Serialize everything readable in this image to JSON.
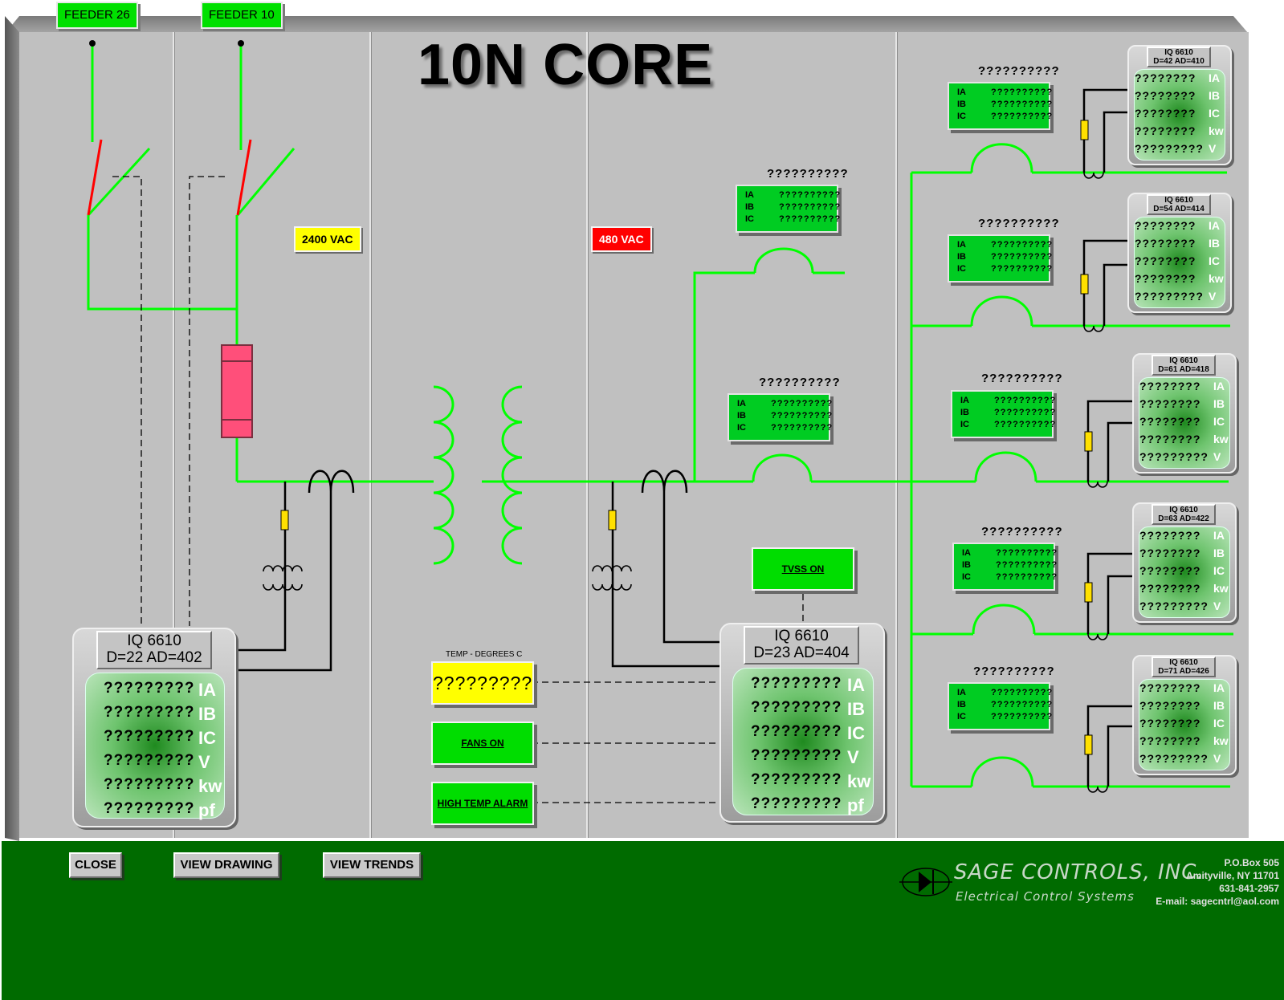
{
  "title": "10N CORE",
  "feeders": [
    {
      "label": "FEEDER 26"
    },
    {
      "label": "FEEDER 10"
    }
  ],
  "voltages": {
    "high": {
      "label": "2400 VAC",
      "color": "#ffff00"
    },
    "low": {
      "label": "480 VAC",
      "color": "#ff0000"
    }
  },
  "colors": {
    "bus": "#00ff00",
    "breaker_open": "#ff0000",
    "panel": "#c0c0c0",
    "footer": "#006b00",
    "fuse": "#ff4f7a"
  },
  "main_meters": [
    {
      "title_line1": "IQ 6610",
      "title_line2": "D=22 AD=402",
      "rows": [
        {
          "value": "?????????",
          "label": "IA"
        },
        {
          "value": "?????????",
          "label": "IB"
        },
        {
          "value": "?????????",
          "label": "IC"
        },
        {
          "value": "?????????",
          "label": "V"
        },
        {
          "value": "?????????",
          "label": "kw"
        },
        {
          "value": "?????????",
          "label": "pf"
        }
      ]
    },
    {
      "title_line1": "IQ 6610",
      "title_line2": "D=23 AD=404",
      "rows": [
        {
          "value": "?????????",
          "label": "IA"
        },
        {
          "value": "?????????",
          "label": "IB"
        },
        {
          "value": "?????????",
          "label": "IC"
        },
        {
          "value": "?????????",
          "label": "V"
        },
        {
          "value": "?????????",
          "label": "kw"
        },
        {
          "value": "?????????",
          "label": "pf"
        }
      ]
    }
  ],
  "mid_breakers": [
    {
      "label": "??????????",
      "rows": [
        {
          "name": "IA",
          "value": "??????????"
        },
        {
          "name": "IB",
          "value": "??????????"
        },
        {
          "name": "IC",
          "value": "??????????"
        }
      ]
    },
    {
      "label": "??????????",
      "rows": [
        {
          "name": "IA",
          "value": "??????????"
        },
        {
          "name": "IB",
          "value": "??????????"
        },
        {
          "name": "IC",
          "value": "??????????"
        }
      ]
    }
  ],
  "feeder_breakers": [
    {
      "label": "??????????",
      "rows": [
        {
          "name": "IA",
          "value": "??????????"
        },
        {
          "name": "IB",
          "value": "??????????"
        },
        {
          "name": "IC",
          "value": "??????????"
        }
      ]
    },
    {
      "label": "??????????",
      "rows": [
        {
          "name": "IA",
          "value": "??????????"
        },
        {
          "name": "IB",
          "value": "??????????"
        },
        {
          "name": "IC",
          "value": "??????????"
        }
      ]
    },
    {
      "label": "??????????",
      "rows": [
        {
          "name": "IA",
          "value": "??????????"
        },
        {
          "name": "IB",
          "value": "??????????"
        },
        {
          "name": "IC",
          "value": "??????????"
        }
      ]
    },
    {
      "label": "??????????",
      "rows": [
        {
          "name": "IA",
          "value": "??????????"
        },
        {
          "name": "IB",
          "value": "??????????"
        },
        {
          "name": "IC",
          "value": "??????????"
        }
      ]
    },
    {
      "label": "??????????",
      "rows": [
        {
          "name": "IA",
          "value": "??????????"
        },
        {
          "name": "IB",
          "value": "??????????"
        },
        {
          "name": "IC",
          "value": "??????????"
        }
      ]
    }
  ],
  "small_meters": [
    {
      "title_line1": "IQ 6610",
      "title_line2": "D=42 AD=410",
      "rows": [
        {
          "value": "????????",
          "label": "IA"
        },
        {
          "value": "????????",
          "label": "IB"
        },
        {
          "value": "????????",
          "label": "IC"
        },
        {
          "value": "????????",
          "label": "kw"
        },
        {
          "value": "?????????",
          "label": "V"
        }
      ]
    },
    {
      "title_line1": "IQ 6610",
      "title_line2": "D=54 AD=414",
      "rows": [
        {
          "value": "????????",
          "label": "IA"
        },
        {
          "value": "????????",
          "label": "IB"
        },
        {
          "value": "????????",
          "label": "IC"
        },
        {
          "value": "????????",
          "label": "kw"
        },
        {
          "value": "?????????",
          "label": "V"
        }
      ]
    },
    {
      "title_line1": "IQ 6610",
      "title_line2": "D=61 AD=418",
      "rows": [
        {
          "value": "????????",
          "label": "IA"
        },
        {
          "value": "????????",
          "label": "IB"
        },
        {
          "value": "????????",
          "label": "IC"
        },
        {
          "value": "????????",
          "label": "kw"
        },
        {
          "value": "?????????",
          "label": "V"
        }
      ]
    },
    {
      "title_line1": "IQ 6610",
      "title_line2": "D=63 AD=422",
      "rows": [
        {
          "value": "????????",
          "label": "IA"
        },
        {
          "value": "????????",
          "label": "IB"
        },
        {
          "value": "????????",
          "label": "IC"
        },
        {
          "value": "????????",
          "label": "kw"
        },
        {
          "value": "?????????",
          "label": "V"
        }
      ]
    },
    {
      "title_line1": "IQ 6610",
      "title_line2": "D=71 AD=426",
      "rows": [
        {
          "value": "????????",
          "label": "IA"
        },
        {
          "value": "????????",
          "label": "IB"
        },
        {
          "value": "????????",
          "label": "IC"
        },
        {
          "value": "????????",
          "label": "kw"
        },
        {
          "value": "?????????",
          "label": "V"
        }
      ]
    }
  ],
  "temperature": {
    "label": "TEMP - DEGREES C",
    "value": "?????????",
    "color": "#ffff00"
  },
  "status": {
    "fans": "FANS ON",
    "high_temp": "HIGH TEMP ALARM",
    "tvss": "TVSS ON"
  },
  "footer": {
    "buttons": {
      "close": "CLOSE",
      "view_drawing": "VIEW DRAWING",
      "view_trends": "VIEW TRENDS"
    },
    "company": "SAGE CONTROLS, INC.",
    "tagline": "Electrical Control Systems",
    "address": [
      "P.O.Box 505",
      "Amityville, NY 11701",
      "631-841-2957",
      "E-mail: sagecntrl@aol.com"
    ]
  }
}
